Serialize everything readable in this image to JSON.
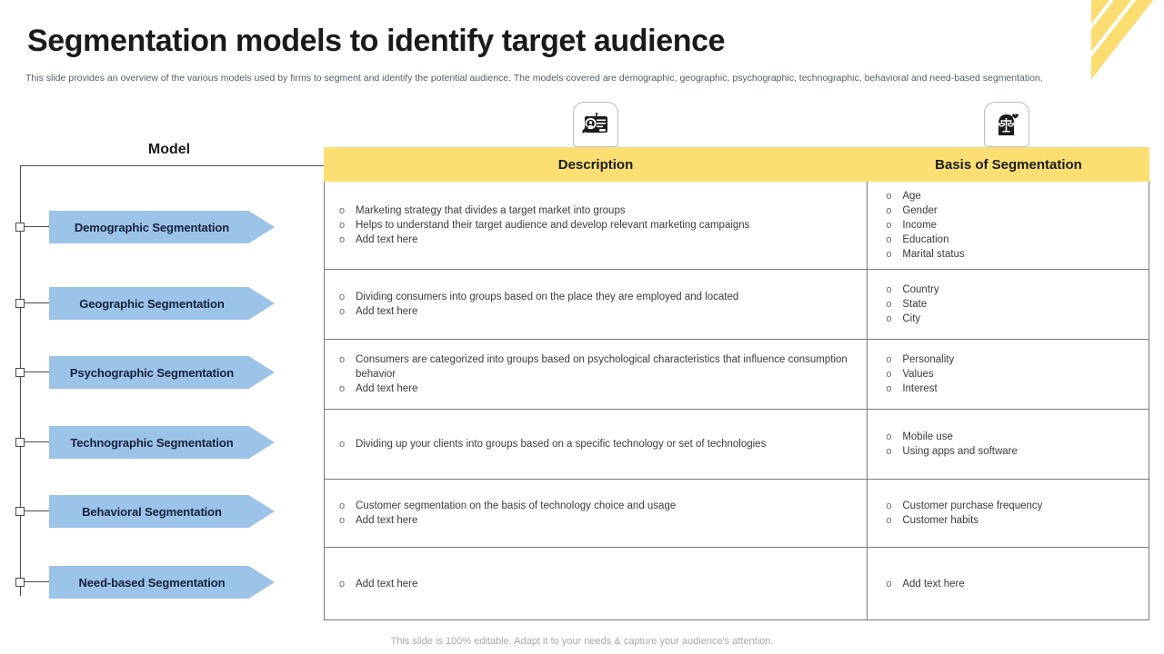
{
  "slide": {
    "title": "Segmentation models to identify target audience",
    "subtitle": "This slide provides an overview of the various models used by firms to segment and identify the potential audience. The models covered are demographic, geographic, psychographic, technographic, behavioral and need-based segmentation.",
    "footer": "This slide is 100% editable. Adapt it to your needs & capture your audience's attention.",
    "accent_yellow": "#FCDF72",
    "accent_blue": "#9CC3E8",
    "stripe_color": "#FBDD72"
  },
  "icons": {
    "description_icon": "id-card-magnifier-icon",
    "basis_icon": "head-balance-scale-icon"
  },
  "model_column": {
    "heading": "Model",
    "items": [
      {
        "label": "Demographic Segmentation"
      },
      {
        "label": "Geographic Segmentation"
      },
      {
        "label": "Psychographic Segmentation"
      },
      {
        "label": "Technographic Segmentation"
      },
      {
        "label": "Behavioral Segmentation"
      },
      {
        "label": "Need-based Segmentation"
      }
    ]
  },
  "table": {
    "headers": {
      "description": "Description",
      "basis": "Basis of Segmentation"
    },
    "rows": [
      {
        "description": [
          "Marketing strategy that divides a target market into groups",
          "Helps to understand their target audience and develop relevant marketing campaigns",
          "Add text here"
        ],
        "basis": [
          "Age",
          "Gender",
          "Income",
          "Education",
          "Marital status"
        ]
      },
      {
        "description": [
          "Dividing consumers into groups based on the place they are employed and located",
          "Add text here"
        ],
        "basis": [
          "Country",
          "State",
          "City"
        ]
      },
      {
        "description": [
          "Consumers are categorized into groups based on psychological characteristics that influence consumption behavior",
          "Add text here"
        ],
        "basis": [
          "Personality",
          "Values",
          "Interest"
        ]
      },
      {
        "description": [
          "Dividing up your clients into groups based on a specific technology or set of technologies"
        ],
        "basis": [
          "Mobile use",
          "Using apps and software"
        ]
      },
      {
        "description": [
          "Customer segmentation on the basis of technology choice and usage",
          "Add text here"
        ],
        "basis": [
          "Customer purchase frequency",
          "Customer habits"
        ]
      },
      {
        "description": [
          "Add text here"
        ],
        "basis": [
          "Add text here"
        ]
      }
    ]
  }
}
